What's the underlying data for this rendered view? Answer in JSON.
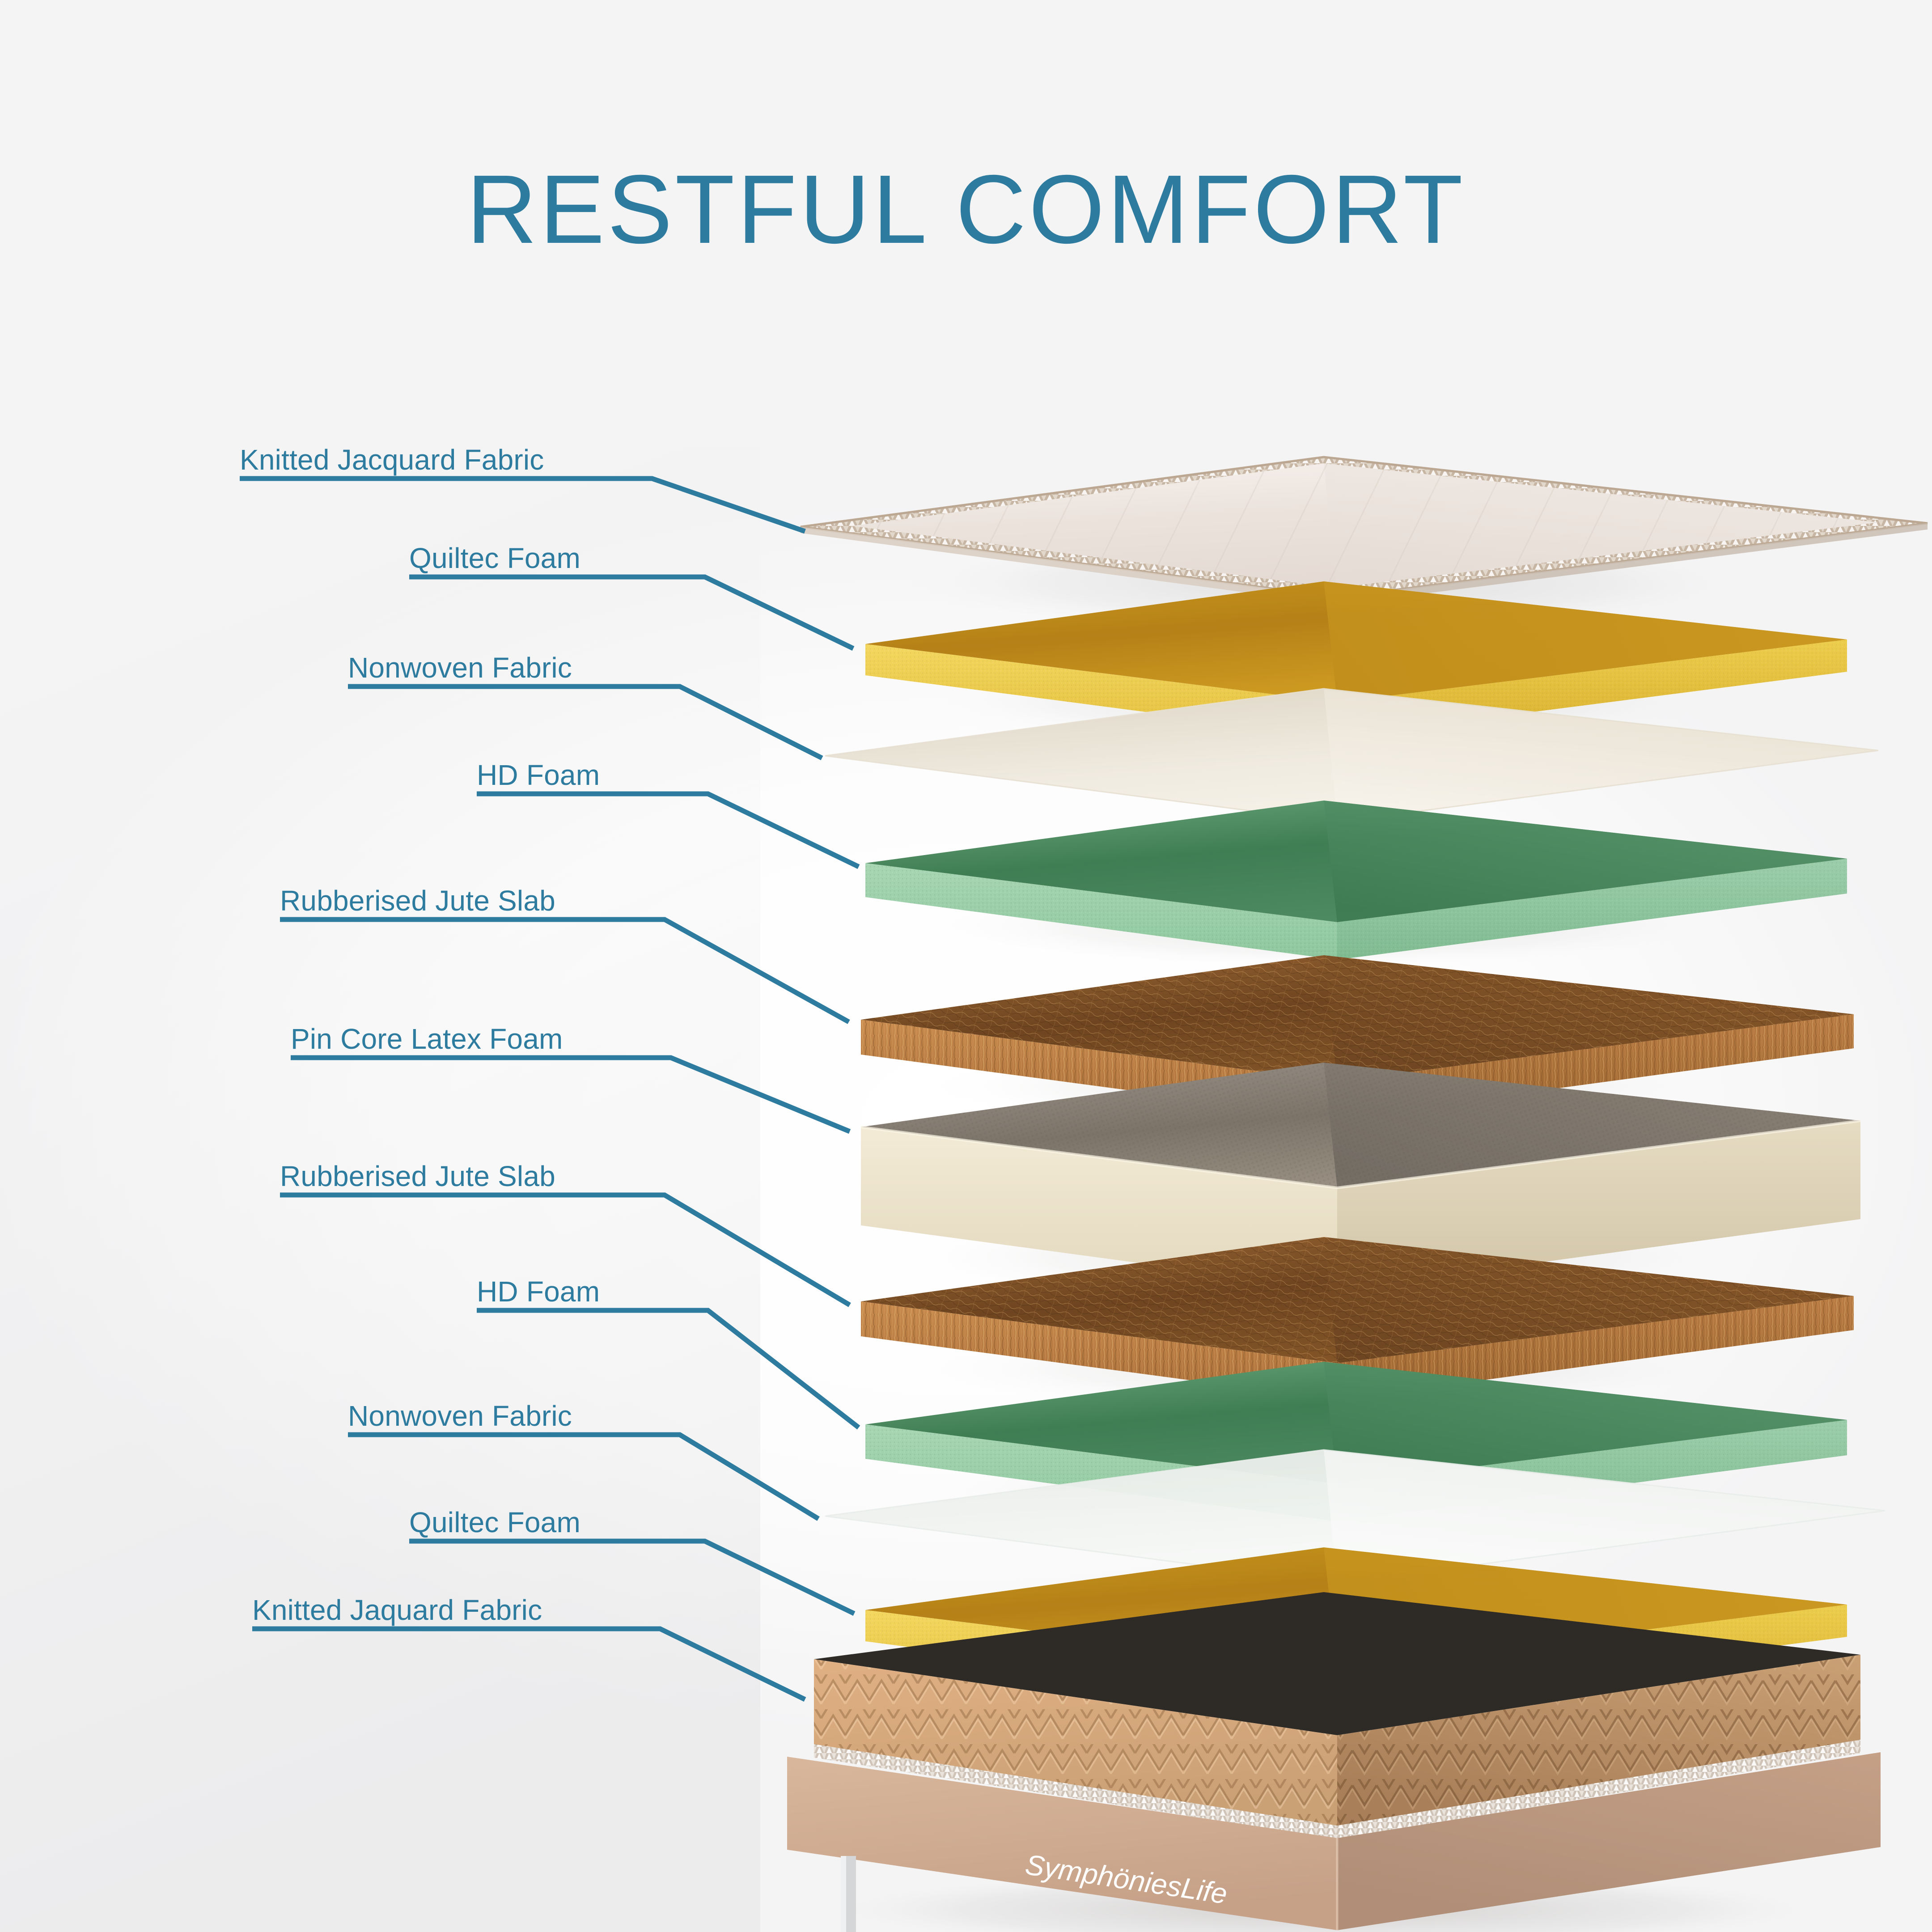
{
  "page": {
    "title": "RESTFUL COMFORT",
    "title_color": "#2d7b9f",
    "background_color": "#ffffff",
    "brand": "SymphöniesLife"
  },
  "diagram": {
    "type": "exploded-layer-view",
    "subject": "mattress construction",
    "layer_count": 11,
    "accent_color": "#2d7b9f"
  },
  "layers": [
    {
      "index": 1,
      "label": "Knitted Jacquard Fabric",
      "material": "knitted-jacquard-fabric",
      "color": "#efe7e2",
      "thickness": "thin"
    },
    {
      "index": 2,
      "label": "Quiltec Foam",
      "material": "quiltec-foam",
      "color": "#f0cf4a",
      "thickness": "medium"
    },
    {
      "index": 3,
      "label": "Nonwoven Fabric",
      "material": "nonwoven-fabric",
      "color": "#efe8dc",
      "thickness": "sheet"
    },
    {
      "index": 4,
      "label": "HD Foam",
      "material": "hd-foam",
      "color": "#4a8c5e",
      "thickness": "medium"
    },
    {
      "index": 5,
      "label": "Rubberised Jute Slab",
      "material": "rubberised-jute-slab",
      "color": "#8a5526",
      "thickness": "medium"
    },
    {
      "index": 6,
      "label": "Pin Core Latex Foam",
      "material": "pin-core-latex-foam",
      "color": "#e9dfc6",
      "thickness": "thick"
    },
    {
      "index": 7,
      "label": "Rubberised Jute Slab",
      "material": "rubberised-jute-slab",
      "color": "#8a5526",
      "thickness": "medium"
    },
    {
      "index": 8,
      "label": "HD Foam",
      "material": "hd-foam",
      "color": "#4a8c5e",
      "thickness": "medium"
    },
    {
      "index": 9,
      "label": "Nonwoven Fabric",
      "material": "nonwoven-fabric",
      "color": "#eef0ec",
      "thickness": "sheet"
    },
    {
      "index": 10,
      "label": "Quiltec Foam",
      "material": "quiltec-foam",
      "color": "#f0cf4a",
      "thickness": "medium"
    },
    {
      "index": 11,
      "label": "Knitted Jaquard Fabric",
      "material": "knitted-jaquard-fabric",
      "color": "#d8a877",
      "thickness": "base"
    }
  ],
  "base": {
    "label": "mattress-base-box",
    "fabric_color": "#c9a58a",
    "piping_color": "#e8e2da",
    "quilt_color": "#d8a877",
    "inner_panel_color": "#2e2a26",
    "logo": "SymphöniesLife",
    "logo_color": "#ffffff"
  }
}
